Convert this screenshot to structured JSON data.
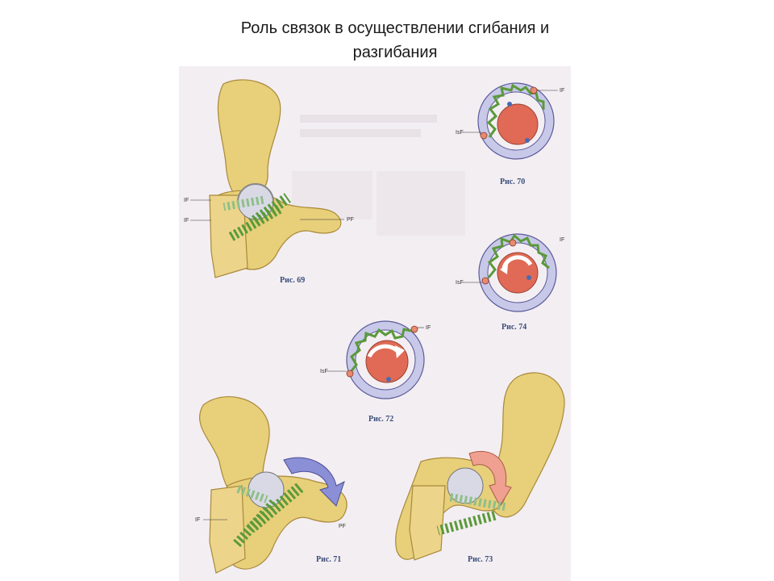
{
  "title": {
    "line1": "Роль связок в осуществлении сгибания и",
    "line2": "разгибания"
  },
  "figures": {
    "fig69": {
      "caption": "Рис. 69",
      "labels": [
        "IF",
        "IF",
        "PF"
      ]
    },
    "fig70": {
      "caption": "Рис. 70",
      "labels": [
        "IF",
        "IsF"
      ]
    },
    "fig74": {
      "caption": "Рис. 74",
      "labels": [
        "IF",
        "IsF"
      ]
    },
    "fig72": {
      "caption": "Рис. 72",
      "labels": [
        "IF",
        "IsF"
      ]
    },
    "fig71": {
      "caption": "Рис. 71",
      "labels": [
        "IF",
        "PF"
      ]
    },
    "fig73": {
      "caption": "Рис. 73"
    }
  },
  "colors": {
    "bone": "#e8cf7a",
    "bone_outline": "#a8893a",
    "ligament": "#5a9a3a",
    "ligament_light": "#8fbf8a",
    "ring": "#c8c8e8",
    "ring_outline": "#5a5a9a",
    "head": "#e06a55",
    "arrow_blue": "#8b8fd6",
    "arrow_pink": "#f0a090",
    "caption": "#3a4d7a"
  }
}
